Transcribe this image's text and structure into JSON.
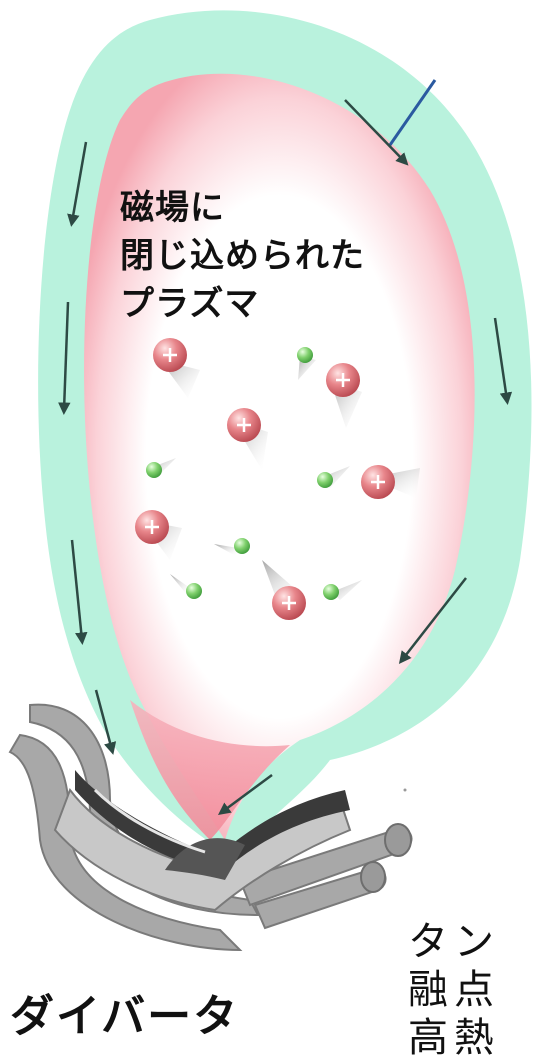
{
  "labels": {
    "plasma_line1": "磁場に",
    "plasma_line2": "閉じ込められた",
    "plasma_line3": "プラズマ",
    "divertor": "ダイバータ",
    "tungsten_line1": "タン",
    "tungsten_line2": "融点",
    "tungsten_line3": "高熱"
  },
  "colors": {
    "outer_layer": "#b9f2dd",
    "plasma_edge": "#f7a9b3",
    "plasma_core": "#ffffff",
    "ion": "#e07b7f",
    "electron": "#6cc46a",
    "arrow": "#2d4a44",
    "pointer_line": "#2b5aa0",
    "divertor_metal": "#8f8f8f",
    "divertor_dark": "#3a3a3a"
  },
  "icons": {
    "ion": "plus-circle-ball",
    "electron": "small-green-ball"
  }
}
